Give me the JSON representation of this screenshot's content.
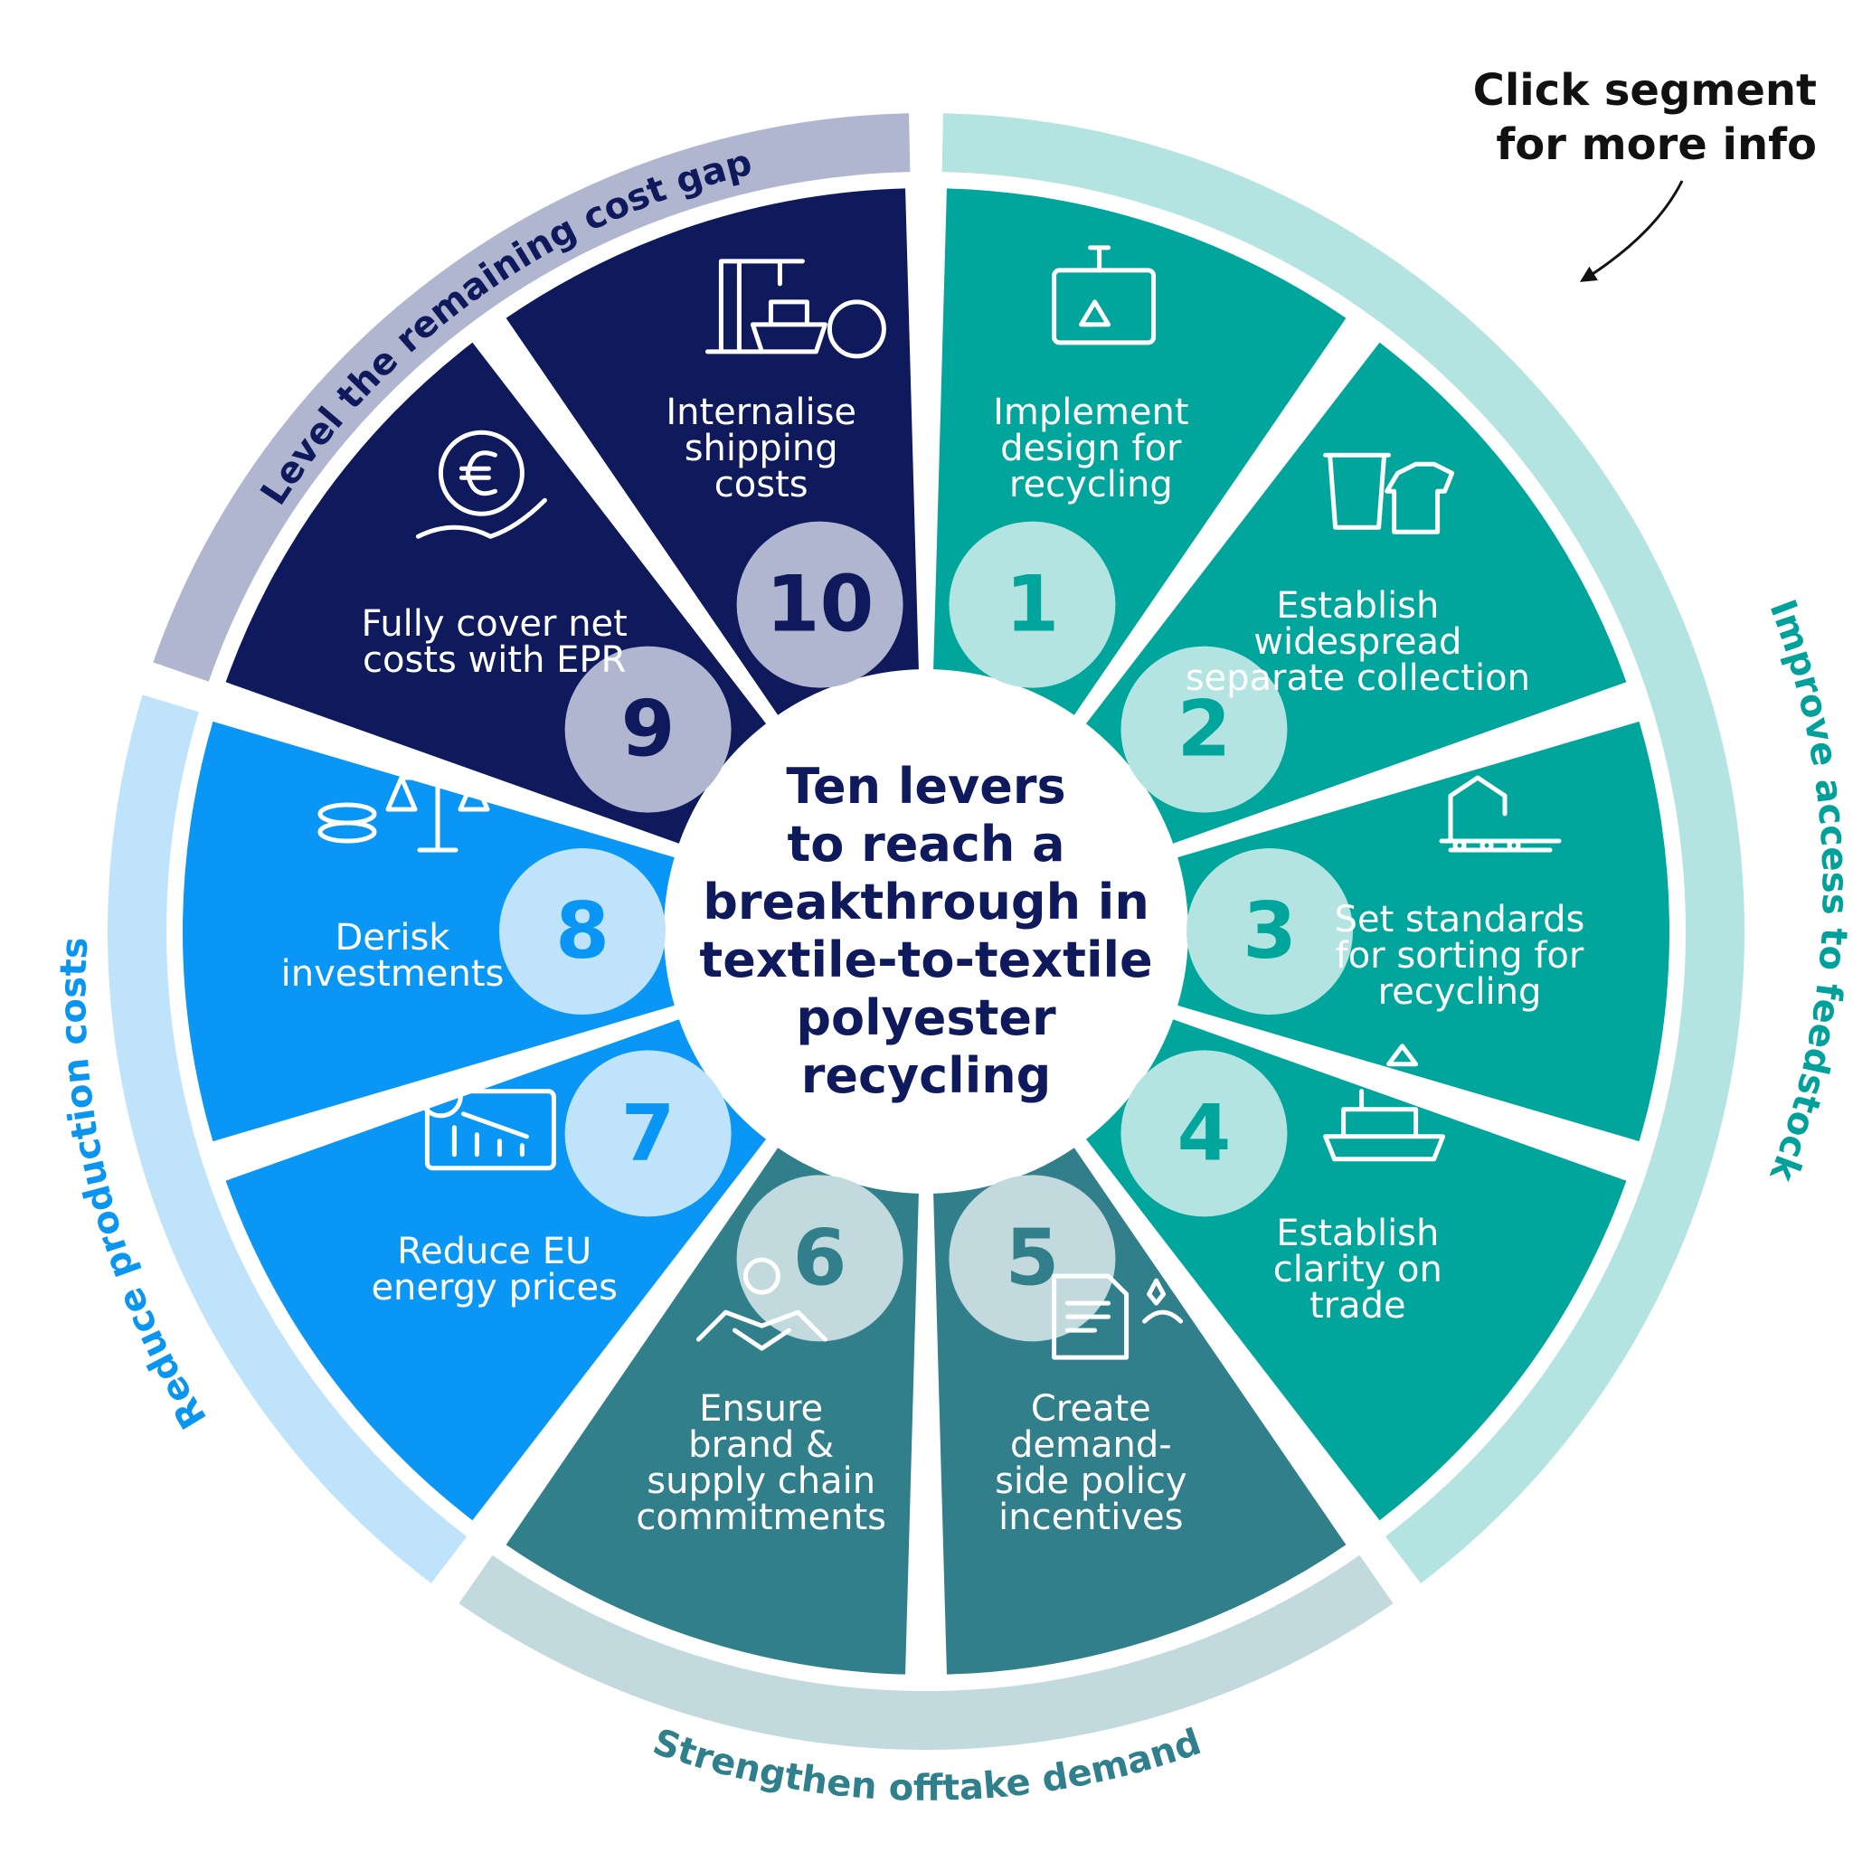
{
  "hint": "Click segment for more info",
  "center_title": [
    "Ten levers",
    "to reach a",
    "breakthrough in",
    "textile-to-textile",
    "polyester",
    "recycling"
  ],
  "groups": [
    {
      "label": "Improve access to feedstock",
      "color": "#b3e4e1",
      "text_color": "#00a19a"
    },
    {
      "label": "Strengthen offtake demand",
      "color": "#c2d9de",
      "text_color": "#2f7f8c"
    },
    {
      "label": "Reduce production costs",
      "color": "#bfe3fb",
      "text_color": "#0a96f0"
    },
    {
      "label": "Level the remaining cost gap",
      "color": "#b1b6d0",
      "text_color": "#0f1a5c"
    }
  ],
  "segments": [
    {
      "number": "1",
      "lines": [
        "Implement",
        "design for",
        "recycling"
      ],
      "icon": "blueprint-recycle-icon",
      "color": "#00a59c",
      "num_color": "#00a59c",
      "tab_color": "#b3e4e1"
    },
    {
      "number": "2",
      "lines": [
        "Establish",
        "widespread",
        "separate collection"
      ],
      "icon": "recycle-bin-shirt-icon",
      "color": "#00a59c",
      "num_color": "#00a59c",
      "tab_color": "#b3e4e1"
    },
    {
      "number": "3",
      "lines": [
        "Set standards",
        "for sorting for",
        "recycling"
      ],
      "icon": "sorting-robot-icon",
      "color": "#00a59c",
      "num_color": "#00a59c",
      "tab_color": "#b3e4e1"
    },
    {
      "number": "4",
      "lines": [
        "Establish",
        "clarity on",
        "trade"
      ],
      "icon": "cargo-ship-recycle-icon",
      "color": "#00a59c",
      "num_color": "#00a59c",
      "tab_color": "#b3e4e1"
    },
    {
      "number": "5",
      "lines": [
        "Create",
        "demand-",
        "side policy",
        "incentives"
      ],
      "icon": "policy-document-icon",
      "color": "#327f8c",
      "num_color": "#327f8c",
      "tab_color": "#c2d9de"
    },
    {
      "number": "6",
      "lines": [
        "Ensure",
        "brand &",
        "supply chain",
        "commitments"
      ],
      "icon": "handshake-icon",
      "color": "#327f8c",
      "num_color": "#327f8c",
      "tab_color": "#c2d9de"
    },
    {
      "number": "7",
      "lines": [
        "Reduce EU",
        "energy prices"
      ],
      "icon": "energy-price-chart-icon",
      "color": "#0a96f5",
      "num_color": "#0a96f5",
      "tab_color": "#bfe3fb"
    },
    {
      "number": "8",
      "lines": [
        "Derisk",
        "investments"
      ],
      "icon": "coins-scale-icon",
      "color": "#0a96f5",
      "num_color": "#0a96f5",
      "tab_color": "#bfe3fb"
    },
    {
      "number": "9",
      "lines": [
        "Fully cover net",
        "costs with EPR"
      ],
      "icon": "euro-hand-icon",
      "color": "#0f1a5c",
      "num_color": "#0f1a5c",
      "tab_color": "#b1b6d0"
    },
    {
      "number": "10",
      "lines": [
        "Internalise",
        "shipping",
        "costs"
      ],
      "icon": "port-crane-ship-icon",
      "color": "#0f1a5c",
      "num_color": "#0f1a5c",
      "tab_color": "#b1b6d0"
    }
  ]
}
